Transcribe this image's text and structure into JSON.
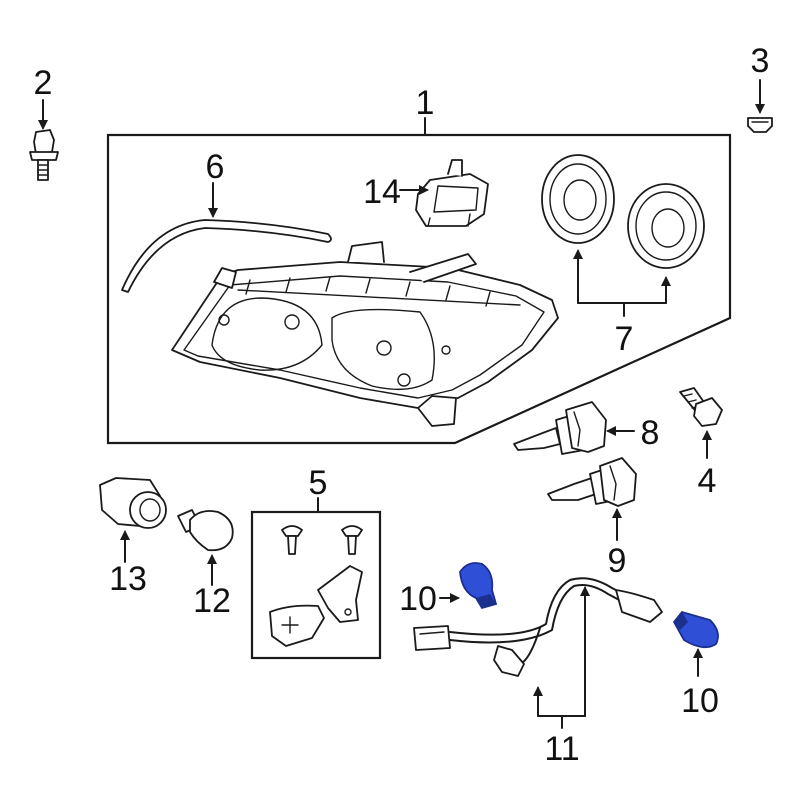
{
  "callouts": [
    {
      "id": "c1",
      "text": "1"
    },
    {
      "id": "c2",
      "text": "2"
    },
    {
      "id": "c3",
      "text": "3"
    },
    {
      "id": "c4",
      "text": "4"
    },
    {
      "id": "c5",
      "text": "5"
    },
    {
      "id": "c6",
      "text": "6"
    },
    {
      "id": "c7",
      "text": "7"
    },
    {
      "id": "c8",
      "text": "8"
    },
    {
      "id": "c9",
      "text": "9"
    },
    {
      "id": "c10a",
      "text": "10"
    },
    {
      "id": "c10b",
      "text": "10"
    },
    {
      "id": "c11",
      "text": "11"
    },
    {
      "id": "c12",
      "text": "12"
    },
    {
      "id": "c13",
      "text": "13"
    },
    {
      "id": "c14",
      "text": "14"
    }
  ],
  "colors": {
    "line": "#1a1a1a",
    "highlight_bulb": "#2f4fd6",
    "highlight_bulb_dark": "#1b2f8f"
  }
}
